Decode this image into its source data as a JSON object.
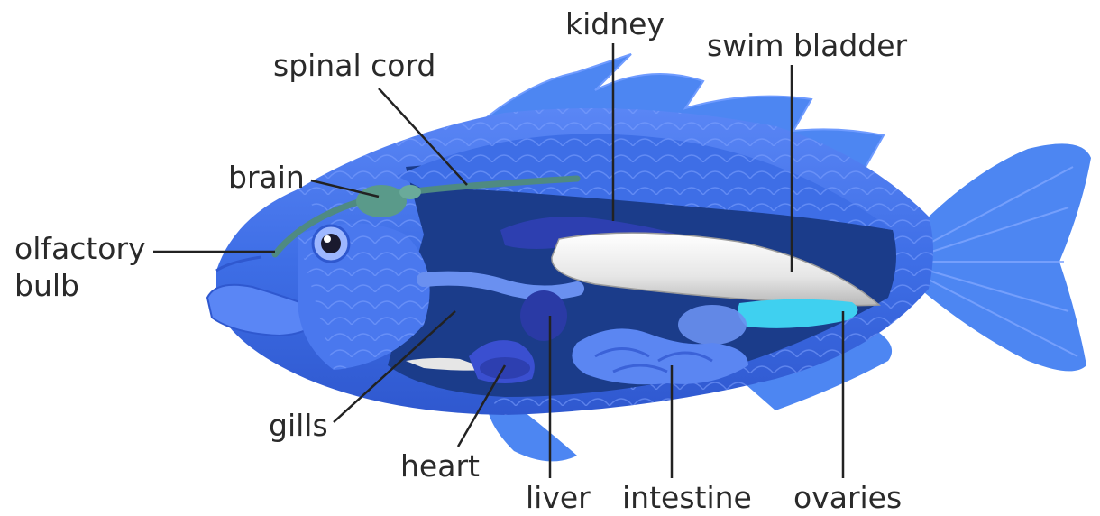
{
  "labels": {
    "kidney": "kidney",
    "swim_bladder": "swim bladder",
    "spinal_cord": "spinal cord",
    "brain": "brain",
    "olfactory_bulb_line1": "olfactory",
    "olfactory_bulb_line2": "bulb",
    "gills": "gills",
    "heart": "heart",
    "liver": "liver",
    "intestine": "intestine",
    "ovaries": "ovaries"
  },
  "colors": {
    "body": "#3f6fe6",
    "body_light": "#6f9bff",
    "fin": "#4d86f2",
    "cavity": "#1b3c8a",
    "organ_dark": "#2d3fb0",
    "swim_bladder": "#e8e8e8",
    "ovaries": "#3fd0f0",
    "brain": "#5a9a8a",
    "leader_line": "#222222",
    "text": "#2a2a2a"
  }
}
